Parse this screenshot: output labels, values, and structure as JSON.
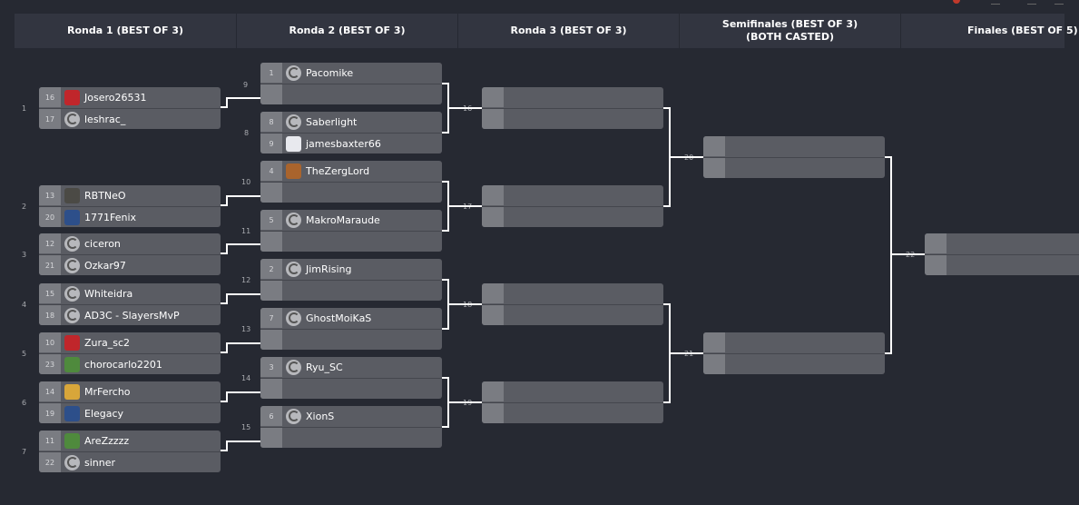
{
  "rounds": [
    {
      "title": "Ronda 1 (BEST OF 3)",
      "subtitle": ""
    },
    {
      "title": "Ronda 2 (BEST OF 3)",
      "subtitle": ""
    },
    {
      "title": "Ronda 3 (BEST OF 3)",
      "subtitle": ""
    },
    {
      "title": "Semifinales (BEST OF 3)",
      "subtitle": "(BOTH CASTED)"
    },
    {
      "title": "Finales (BEST OF 5)",
      "subtitle": ""
    }
  ],
  "match_numbers": {
    "r1": [
      "1",
      "2",
      "3",
      "4",
      "5",
      "6",
      "7"
    ],
    "r2": [
      "8",
      "9",
      "10",
      "11",
      "12",
      "13",
      "14",
      "15"
    ],
    "r3": [
      "16",
      "17",
      "18",
      "19"
    ],
    "sf": [
      "20",
      "21"
    ],
    "f": [
      "22"
    ]
  },
  "players": {
    "josero": {
      "seed": "16",
      "name": "Josero26531",
      "avatar": "red-avatar"
    },
    "leshrac": {
      "seed": "17",
      "name": "leshrac_",
      "avatar": "default-avatar"
    },
    "rbtneo": {
      "seed": "13",
      "name": "RBTNeO",
      "avatar": "dark-avatar"
    },
    "fenix": {
      "seed": "20",
      "name": "1771Fenix",
      "avatar": "blue-avatar"
    },
    "ciceron": {
      "seed": "12",
      "name": "ciceron",
      "avatar": "default-avatar"
    },
    "ozkar": {
      "seed": "21",
      "name": "Ozkar97",
      "avatar": "default-avatar"
    },
    "whiteidra": {
      "seed": "15",
      "name": "Whiteidra",
      "avatar": "default-avatar"
    },
    "ad3c": {
      "seed": "18",
      "name": "AD3C - SlayersMvP",
      "avatar": "default-avatar"
    },
    "zura": {
      "seed": "10",
      "name": "Zura_sc2",
      "avatar": "red-avatar"
    },
    "chorocarlo": {
      "seed": "23",
      "name": "chorocarlo2201",
      "avatar": "green-avatar"
    },
    "mrfercho": {
      "seed": "14",
      "name": "MrFercho",
      "avatar": "yellow-avatar"
    },
    "elegacy": {
      "seed": "19",
      "name": "Elegacy",
      "avatar": "blue-avatar"
    },
    "arezzzzz": {
      "seed": "11",
      "name": "AreZzzzz",
      "avatar": "green-avatar"
    },
    "sinner": {
      "seed": "22",
      "name": "sinner",
      "avatar": "default-avatar"
    },
    "pacomike": {
      "seed": "1",
      "name": "Pacomike",
      "avatar": "default-avatar"
    },
    "saberlight": {
      "seed": "8",
      "name": "Saberlight",
      "avatar": "default-avatar"
    },
    "jamesbaxter": {
      "seed": "9",
      "name": "jamesbaxter66",
      "avatar": "white-avatar"
    },
    "zerglord": {
      "seed": "4",
      "name": "TheZergLord",
      "avatar": "orange-avatar"
    },
    "makro": {
      "seed": "5",
      "name": "MakroMaraude",
      "avatar": "default-avatar"
    },
    "jimrising": {
      "seed": "2",
      "name": "JimRising",
      "avatar": "default-avatar"
    },
    "ghostmoi": {
      "seed": "7",
      "name": "GhostMoiKaS",
      "avatar": "default-avatar"
    },
    "ryu": {
      "seed": "3",
      "name": "Ryu_SC",
      "avatar": "default-avatar"
    },
    "xions": {
      "seed": "6",
      "name": "XionS",
      "avatar": "default-avatar"
    }
  },
  "avatar_colors": {
    "red-avatar": "#c0262b",
    "dark-avatar": "#4b4a45",
    "blue-avatar": "#2d4f8a",
    "green-avatar": "#4f8a3d",
    "yellow-avatar": "#d8a63a",
    "white-avatar": "#e8e9ee",
    "orange-avatar": "#a9642d"
  }
}
